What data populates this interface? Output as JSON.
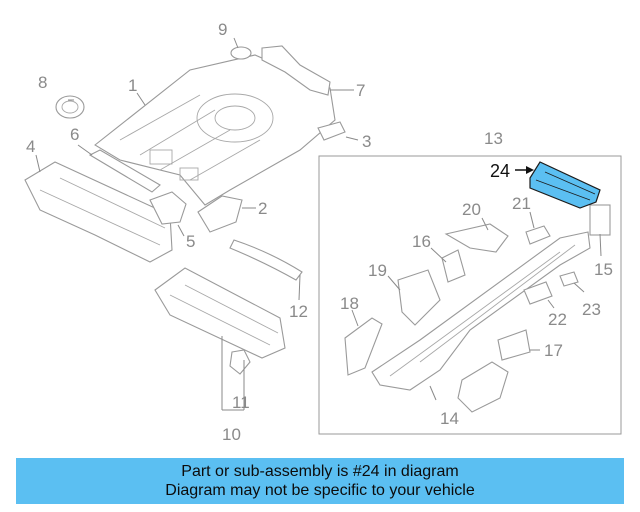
{
  "diagram": {
    "labels": {
      "l1": "1",
      "l2": "2",
      "l3": "3",
      "l4": "4",
      "l5": "5",
      "l6": "6",
      "l7": "7",
      "l8": "8",
      "l9": "9",
      "l10": "10",
      "l11": "11",
      "l12": "12",
      "l13": "13",
      "l14": "14",
      "l15": "15",
      "l16": "16",
      "l17": "17",
      "l18": "18",
      "l19": "19",
      "l20": "20",
      "l21": "21",
      "l22": "22",
      "l23": "23",
      "l24": "24"
    },
    "highlighted_part": "24",
    "colors": {
      "highlight": "#5bbff2",
      "linework": "#9a9a9a",
      "banner": "#5bbff2"
    }
  },
  "banner": {
    "line1": "Part or sub-assembly is #24 in diagram",
    "line2": "Diagram may not be specific to your vehicle"
  }
}
